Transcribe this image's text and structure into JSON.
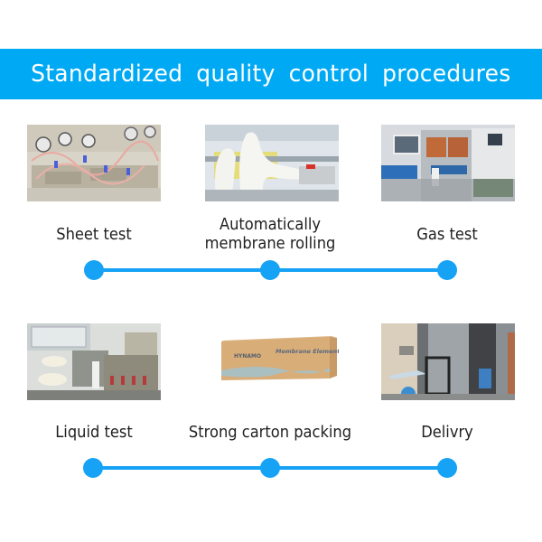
{
  "banner": {
    "title": "Standardized quality control procedures",
    "color": "#00A9F4"
  },
  "accent_color": "#17A3F5",
  "rows": [
    {
      "steps": [
        {
          "label": "Sheet test",
          "image": "sheet-test-photo"
        },
        {
          "label_line1": "Automatically",
          "label_line2": "membrane rolling",
          "image": "membrane-rolling-photo"
        },
        {
          "label": "Gas test",
          "image": "gas-test-photo"
        }
      ]
    },
    {
      "steps": [
        {
          "label": "Liquid test",
          "image": "liquid-test-photo"
        },
        {
          "label": "Strong carton packing",
          "image": "carton-box-photo"
        },
        {
          "label": "Delivry",
          "image": "delivery-photo"
        }
      ]
    }
  ],
  "carton": {
    "brand": "HYNAMO",
    "product": "Membrane Element"
  }
}
